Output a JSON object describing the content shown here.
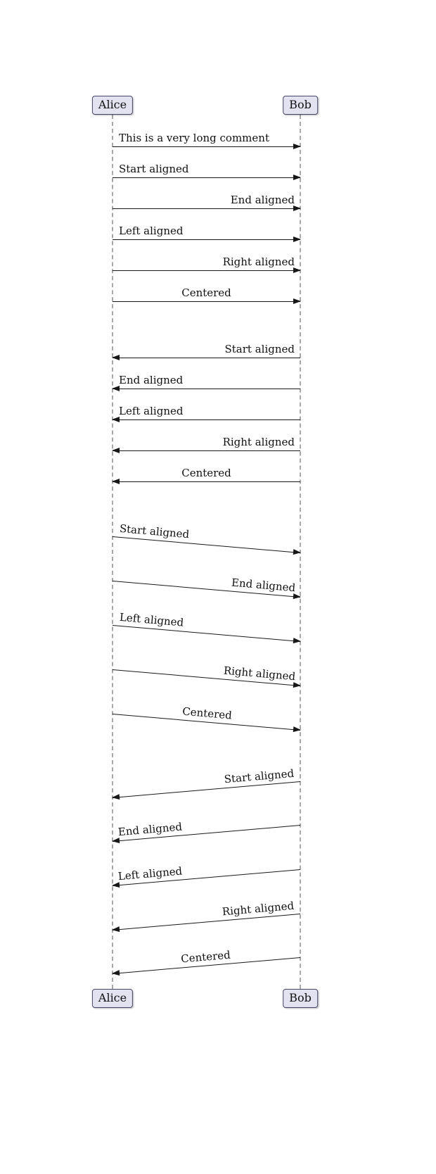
{
  "diagram": {
    "actors": [
      {
        "name": "Alice"
      },
      {
        "name": "Bob"
      }
    ],
    "groups": [
      {
        "from": "Alice",
        "to": "Bob",
        "slanted": false,
        "messages": [
          {
            "label": "This is a very long comment",
            "align": "start"
          },
          {
            "label": "Start aligned",
            "align": "start"
          },
          {
            "label": "End aligned",
            "align": "end"
          },
          {
            "label": "Left aligned",
            "align": "left"
          },
          {
            "label": "Right aligned",
            "align": "right"
          },
          {
            "label": "Centered",
            "align": "center"
          }
        ]
      },
      {
        "from": "Bob",
        "to": "Alice",
        "slanted": false,
        "messages": [
          {
            "label": "Start aligned",
            "align": "start"
          },
          {
            "label": "End aligned",
            "align": "end"
          },
          {
            "label": "Left aligned",
            "align": "left"
          },
          {
            "label": "Right aligned",
            "align": "right"
          },
          {
            "label": "Centered",
            "align": "center"
          }
        ]
      },
      {
        "from": "Alice",
        "to": "Bob",
        "slanted": true,
        "messages": [
          {
            "label": "Start aligned",
            "align": "start"
          },
          {
            "label": "End aligned",
            "align": "end"
          },
          {
            "label": "Left aligned",
            "align": "left"
          },
          {
            "label": "Right aligned",
            "align": "right"
          },
          {
            "label": "Centered",
            "align": "center"
          }
        ]
      },
      {
        "from": "Bob",
        "to": "Alice",
        "slanted": true,
        "messages": [
          {
            "label": "Start aligned",
            "align": "start"
          },
          {
            "label": "End aligned",
            "align": "end"
          },
          {
            "label": "Left aligned",
            "align": "left"
          },
          {
            "label": "Right aligned",
            "align": "right"
          },
          {
            "label": "Centered",
            "align": "center"
          }
        ]
      }
    ],
    "colors": {
      "actor_fill": "#E2E2F0",
      "actor_border": "#444466",
      "lifeline": "#a9a9a9",
      "arrow": "#181818",
      "text": "#111111"
    }
  }
}
